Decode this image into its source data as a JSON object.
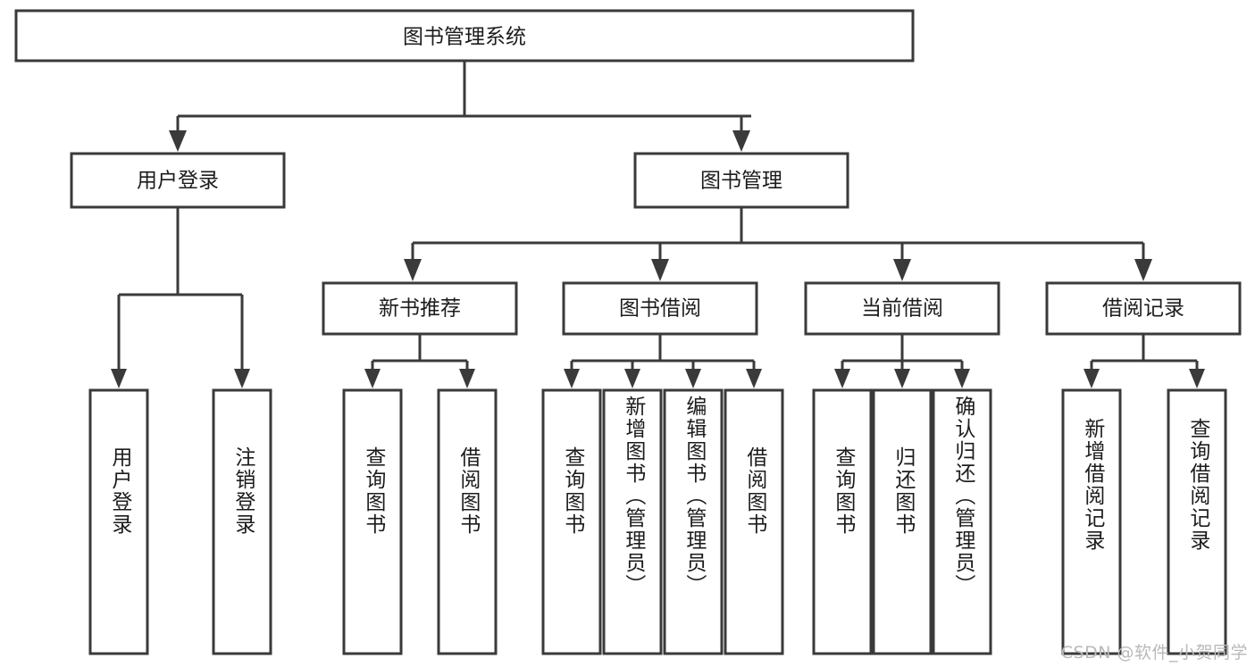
{
  "diagram": {
    "title": "图书管理系统",
    "type": "hierarchy-tree",
    "watermark": "CSDN @软件_小贺同学",
    "colors": {
      "stroke": "#3a3a3a",
      "fill": "#ffffff",
      "text": "#1c1c1c",
      "watermark": "#b9b9b9"
    },
    "levels": [
      {
        "level": 1,
        "nodes": [
          {
            "id": "root",
            "label": "图书管理系统",
            "orientation": "horizontal"
          }
        ]
      },
      {
        "level": 2,
        "nodes": [
          {
            "id": "login",
            "label": "用户登录",
            "orientation": "horizontal",
            "parent": "root"
          },
          {
            "id": "bookmgmt",
            "label": "图书管理",
            "orientation": "horizontal",
            "parent": "root"
          }
        ]
      },
      {
        "level": 3,
        "nodes": [
          {
            "id": "newbook",
            "label": "新书推荐",
            "orientation": "horizontal",
            "parent": "bookmgmt"
          },
          {
            "id": "borrow",
            "label": "图书借阅",
            "orientation": "horizontal",
            "parent": "bookmgmt"
          },
          {
            "id": "current",
            "label": "当前借阅",
            "orientation": "horizontal",
            "parent": "bookmgmt"
          },
          {
            "id": "records",
            "label": "借阅记录",
            "orientation": "horizontal",
            "parent": "bookmgmt"
          }
        ]
      },
      {
        "level": 4,
        "nodes": [
          {
            "id": "leaf-user-login",
            "label": "用户登录",
            "orientation": "vertical",
            "parent": "login"
          },
          {
            "id": "leaf-user-logout",
            "label": "注销登录",
            "orientation": "vertical",
            "parent": "login"
          },
          {
            "id": "leaf-nb-query",
            "label": "查询图书",
            "orientation": "vertical",
            "parent": "newbook"
          },
          {
            "id": "leaf-nb-borrow",
            "label": "借阅图书",
            "orientation": "vertical",
            "parent": "newbook"
          },
          {
            "id": "leaf-bw-query",
            "label": "查询图书",
            "orientation": "vertical",
            "parent": "borrow"
          },
          {
            "id": "leaf-bw-add",
            "label": "新增图书（管理员）",
            "orientation": "vertical",
            "parent": "borrow"
          },
          {
            "id": "leaf-bw-edit",
            "label": "编辑图书（管理员）",
            "orientation": "vertical",
            "parent": "borrow"
          },
          {
            "id": "leaf-bw-borrow",
            "label": "借阅图书",
            "orientation": "vertical",
            "parent": "borrow"
          },
          {
            "id": "leaf-cur-query",
            "label": "查询图书",
            "orientation": "vertical",
            "parent": "current"
          },
          {
            "id": "leaf-cur-return",
            "label": "归还图书",
            "orientation": "vertical",
            "parent": "current"
          },
          {
            "id": "leaf-cur-confirm",
            "label": "确认归还（管理员）",
            "orientation": "vertical",
            "parent": "current"
          },
          {
            "id": "leaf-rec-add",
            "label": "新增借阅记录",
            "orientation": "vertical",
            "parent": "records"
          },
          {
            "id": "leaf-rec-query",
            "label": "查询借阅记录",
            "orientation": "vertical",
            "parent": "records"
          }
        ]
      }
    ]
  }
}
